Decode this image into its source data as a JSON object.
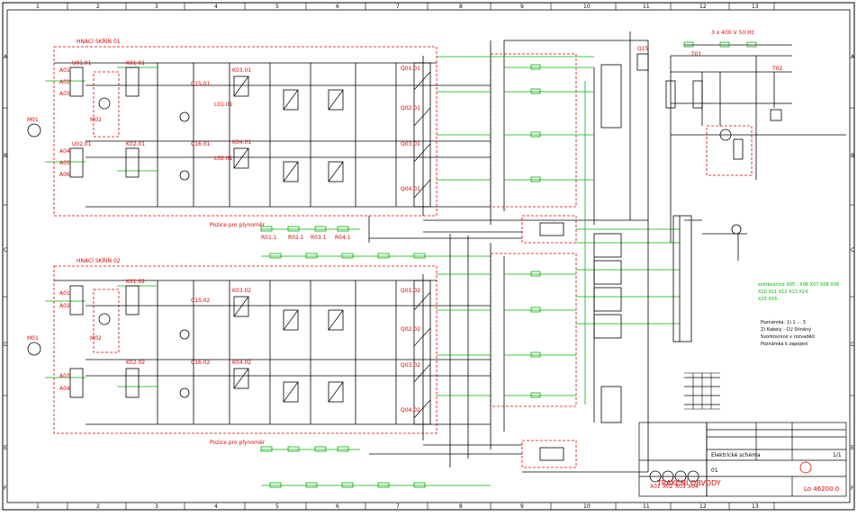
{
  "colors": {
    "wire_black": "#000000",
    "wire_green": "#00b000",
    "label_red": "#e00000",
    "frame_dashed": "#e00000"
  },
  "grid": {
    "columns": [
      "1",
      "2",
      "3",
      "4",
      "5",
      "6",
      "7",
      "8",
      "9",
      "10",
      "11",
      "12",
      "13"
    ],
    "rows": [
      "A",
      "B",
      "C",
      "D",
      "E",
      "F"
    ]
  },
  "sections": {
    "top_title": "HNACÍ SKŘÍŇ 01",
    "bottom_title": "HNACÍ SKŘÍŇ 02"
  },
  "labels_top": {
    "a01": "A01",
    "a02": "A02",
    "a03": "A03",
    "a04": "A04",
    "a05": "A05",
    "a06": "A06",
    "u1": "U01.01",
    "u2": "U02.01",
    "m1": "M01",
    "m2": "M02",
    "k1": "K01.01",
    "k2": "K02.01",
    "k3": "K03.01",
    "k4": "K04.01",
    "r1": "R01.1",
    "r2": "R02.1",
    "r3": "R03.1",
    "r4": "R04.1",
    "c1": "C15.01",
    "c2": "C16.01",
    "l1": "L01.01",
    "l2": "L02.01",
    "ct": "Pozice pro plynoměr",
    "q1": "Q01.01",
    "q2": "Q02.01",
    "q3": "Q03.01",
    "q4": "Q04.01"
  },
  "labels_bottom": {
    "a01": "A01",
    "a02": "A02",
    "a03": "A03",
    "a04": "A04",
    "m1": "M01",
    "m2": "M02",
    "k1": "K01.02",
    "k2": "K02.02",
    "k3": "K03.02",
    "k4": "K04.02",
    "c1": "C15.02",
    "c2": "C16.02",
    "ct": "Pozice pro plynoměr",
    "q1": "Q01.02",
    "q2": "Q02.02",
    "q3": "Q03.02",
    "q4": "Q04.02"
  },
  "right_side": {
    "top_label": "3 x 400 V 50 Hz",
    "q15": "Q15",
    "t01": "T01",
    "t02": "T02",
    "x01": "X01",
    "x02": "X02",
    "x03": "X03",
    "x04": "X04",
    "notes": [
      "svorkovnice X05 - X06 X07 X08 X09",
      "X10 X11 X12 X13 X14",
      "X15 X16"
    ],
    "legend": [
      "Poznámka: 1) 1 ... 3",
      "2) Kabely - CU Stíněný",
      "Svorkovnice v rozvaděči",
      "Poznámka k zapojení"
    ]
  },
  "title_block": {
    "title": "TRAKČNÍ OBVODY",
    "drawing_no": "Lo 46200.0",
    "subtitle": "Elektrické schéma",
    "sheet": "1/1",
    "rev": "01"
  }
}
